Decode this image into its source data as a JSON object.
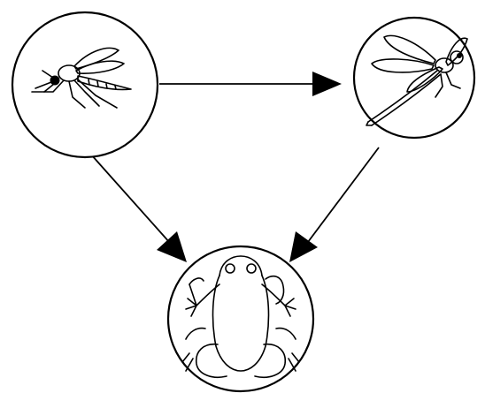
{
  "diagram": {
    "type": "food-chain",
    "nodes": [
      {
        "id": "mosquito",
        "icon": "mosquito-icon"
      },
      {
        "id": "dragonfly",
        "icon": "dragonfly-icon"
      },
      {
        "id": "frog",
        "icon": "frog-icon"
      }
    ],
    "edges": [
      {
        "from": "mosquito",
        "to": "dragonfly"
      },
      {
        "from": "mosquito",
        "to": "frog"
      },
      {
        "from": "dragonfly",
        "to": "frog"
      }
    ],
    "colors": {
      "stroke": "#000000",
      "background": "#ffffff"
    }
  }
}
